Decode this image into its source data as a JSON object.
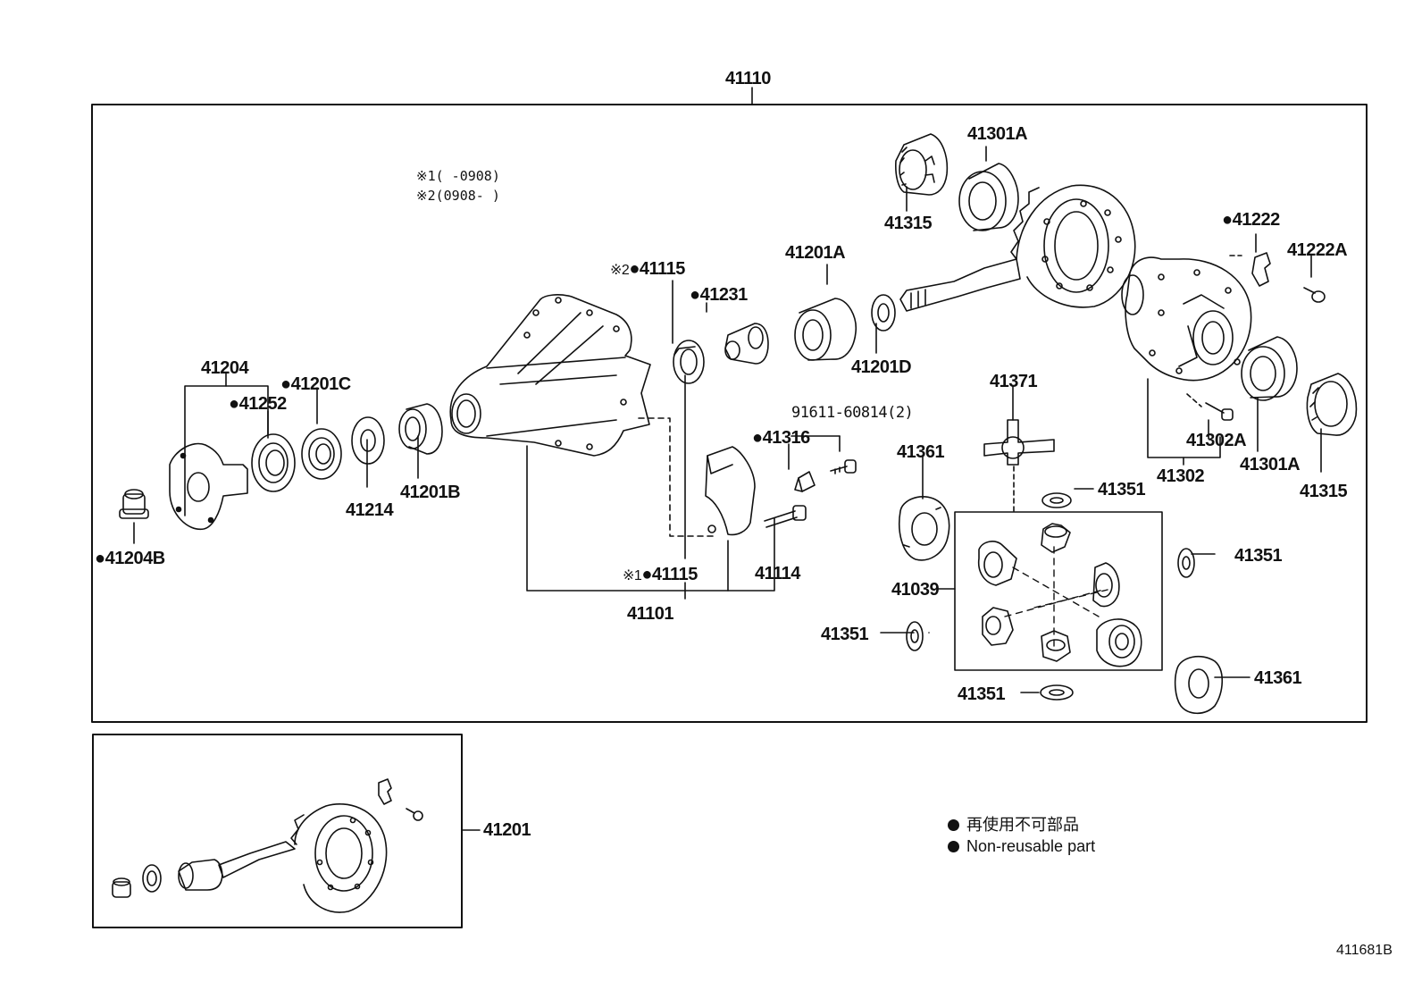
{
  "labels": {
    "assy": "41110",
    "p41101": "41101",
    "p41204": "41204",
    "p41204b": "41204B",
    "p41252": "41252",
    "p41201c": "41201C",
    "p41214": "41214",
    "p41201b": "41201B",
    "p41115_top": "41115",
    "p41115_bottom": "41115",
    "p41231": "41231",
    "p41201a": "41201A",
    "p41201d": "41201D",
    "p41316": "41316",
    "p91611": "91611-60814(2)",
    "p41114": "41114",
    "p41315_top": "41315",
    "p41301a_top": "41301A",
    "p41222": "41222",
    "p41222a": "41222A",
    "p41371": "41371",
    "p41361_top": "41361",
    "p41351_a": "41351",
    "p41302a": "41302A",
    "p41302": "41302",
    "p41301a_right": "41301A",
    "p41315_right": "41315",
    "p41351_b": "41351",
    "p41039": "41039",
    "p41351_c": "41351",
    "p41351_d": "41351",
    "p41361_bottom": "41361",
    "p41201": "41201"
  },
  "marks": {
    "note1": "※1",
    "note2": "※2"
  },
  "notes": {
    "n1": "※1(   -0908)",
    "n2": "※2(0908-   )"
  },
  "legend": {
    "jp": "再使用不可部品",
    "en": "Non-reusable part"
  },
  "drawing_number": "411681B",
  "icons": {
    "nonreusable": "filled-circle-bullet"
  }
}
